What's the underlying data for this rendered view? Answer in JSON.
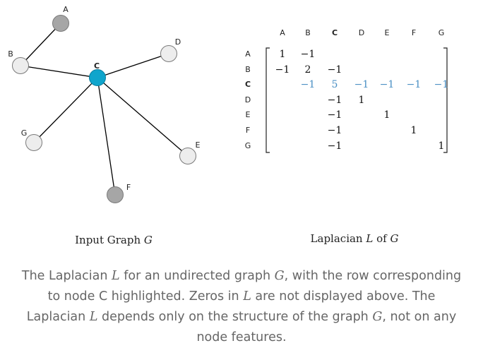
{
  "graph": {
    "nodes": [
      {
        "id": "A",
        "label": "A",
        "fill": "#a6a6a6",
        "highlight": false
      },
      {
        "id": "B",
        "label": "B",
        "fill": "#ededed",
        "highlight": false
      },
      {
        "id": "C",
        "label": "C",
        "fill": "#0fa5cc",
        "highlight": true
      },
      {
        "id": "D",
        "label": "D",
        "fill": "#ededed",
        "highlight": false
      },
      {
        "id": "E",
        "label": "E",
        "fill": "#ededed",
        "highlight": false
      },
      {
        "id": "F",
        "label": "F",
        "fill": "#a6a6a6",
        "highlight": false
      },
      {
        "id": "G",
        "label": "G",
        "fill": "#ededed",
        "highlight": false
      }
    ],
    "edges": [
      [
        "A",
        "B"
      ],
      [
        "B",
        "C"
      ],
      [
        "C",
        "D"
      ],
      [
        "C",
        "E"
      ],
      [
        "C",
        "F"
      ],
      [
        "C",
        "G"
      ]
    ],
    "caption_text": "Input Graph ",
    "caption_math": "G"
  },
  "laplacian": {
    "column_headers": [
      "A",
      "B",
      "C",
      "D",
      "E",
      "F",
      "G"
    ],
    "row_headers": [
      "A",
      "B",
      "C",
      "D",
      "E",
      "F",
      "G"
    ],
    "highlighted_row": "C",
    "rows": [
      [
        "1",
        "−1",
        "",
        "",
        "",
        "",
        ""
      ],
      [
        "−1",
        "2",
        "−1",
        "",
        "",
        "",
        ""
      ],
      [
        "",
        "−1",
        "5",
        "−1",
        "−1",
        "−1",
        "−1"
      ],
      [
        "",
        "",
        "−1",
        "1",
        "",
        "",
        ""
      ],
      [
        "",
        "",
        "−1",
        "",
        "1",
        "",
        ""
      ],
      [
        "",
        "",
        "−1",
        "",
        "",
        "1",
        ""
      ],
      [
        "",
        "",
        "−1",
        "",
        "",
        "",
        "1"
      ]
    ],
    "caption_text_1": "Laplacian ",
    "caption_math_1": "L",
    "caption_text_2": " of ",
    "caption_math_2": "G"
  },
  "colors": {
    "highlight_text": "#4a8fc4",
    "edge": "#000000",
    "node_stroke": "#7a7a7a"
  },
  "caption": {
    "t1": "The Laplacian ",
    "m1": "L",
    "t2": " for an undirected graph ",
    "m2": "G",
    "t3": ", with the row corresponding to node ",
    "node": "C",
    "t4": " highlighted. Zeros in ",
    "m3": "L",
    "t5": " are not displayed above. The Laplacian ",
    "m4": "L",
    "t6": " depends only on the structure of the graph ",
    "m5": "G",
    "t7": ", not on any node features."
  }
}
